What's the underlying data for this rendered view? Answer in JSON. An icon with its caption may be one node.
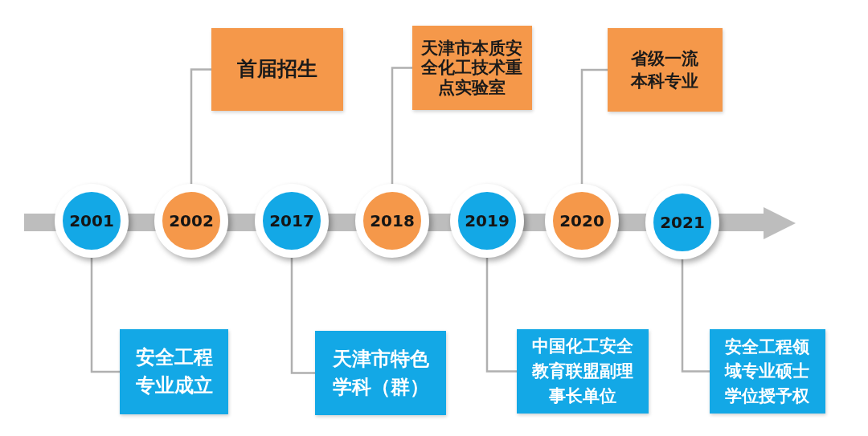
{
  "diagram": {
    "nodes": [
      {
        "text": [
          "首届招生"
        ]
      },
      {
        "text": [
          "天津市本质安全化工技术重点实验室"
        ]
      },
      {
        "text": [
          "省级一流本科专业"
        ]
      },
      {
        "text": [
          "2001"
        ]
      },
      {
        "text": [
          "2002"
        ]
      },
      {
        "text": [
          "2017"
        ]
      },
      {
        "text": [
          "2018"
        ]
      },
      {
        "text": [
          "2019"
        ]
      },
      {
        "text": [
          "2020"
        ]
      },
      {
        "text": [
          "2021"
        ]
      },
      {
        "text": [
          "安全工程专业成立"
        ]
      },
      {
        "text": [
          "天津市特色学科（群）"
        ]
      },
      {
        "text": [
          "中国化工安全教育联盟副理事长单位"
        ]
      },
      {
        "text": [
          "安全工程领域专业硕士学位授予权"
        ]
      }
    ],
    "edges": [
      {
        "from": 3,
        "to": 10,
        "arrow": "none"
      },
      {
        "from": 4,
        "to": 0,
        "arrow": "none"
      },
      {
        "from": 5,
        "to": 11,
        "arrow": "none"
      },
      {
        "from": 6,
        "to": 1,
        "arrow": "none"
      },
      {
        "from": 7,
        "to": 12,
        "arrow": "none"
      },
      {
        "from": 8,
        "to": 2,
        "arrow": "none"
      },
      {
        "from": 9,
        "to": 13,
        "arrow": "none"
      }
    ]
  }
}
